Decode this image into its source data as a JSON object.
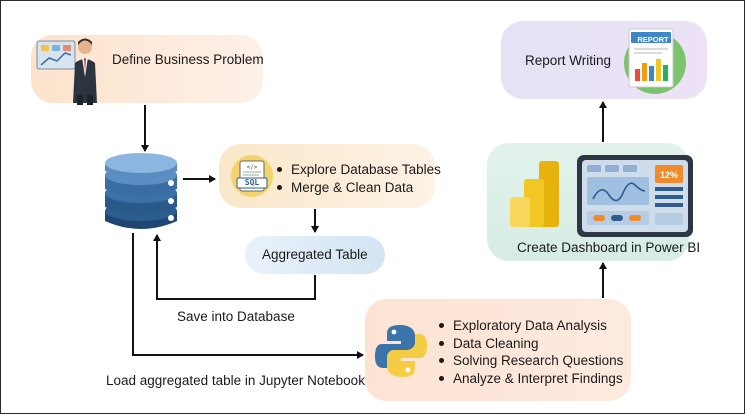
{
  "nodes": {
    "define": "Define Business Problem",
    "explore_list": [
      "Explore Database Tables",
      "Merge & Clean Data"
    ],
    "aggregated": "Aggregated Table",
    "save": "Save into Database",
    "load": "Load aggregated table in Jupyter Notebook",
    "python_list": [
      "Exploratory Data Analysis",
      "Data Cleaning",
      "Solving Research Questions",
      "Analyze & Interpret Findings"
    ],
    "dashboard": "Create Dashboard in Power BI",
    "report": "Report Writing"
  },
  "icons": {
    "sql_label": "SQL",
    "report_label": "REPORT",
    "kpi_label": "12%"
  },
  "colors": {
    "peach": "#fde8d6",
    "sql_box": "#fcefd5",
    "aggregated": "#dbe9f5",
    "python_box": "#fde3d6",
    "dashboard_box": "#dff0e8",
    "report_box": "#ebe3f7",
    "db_blue": "#2f5d8f"
  }
}
